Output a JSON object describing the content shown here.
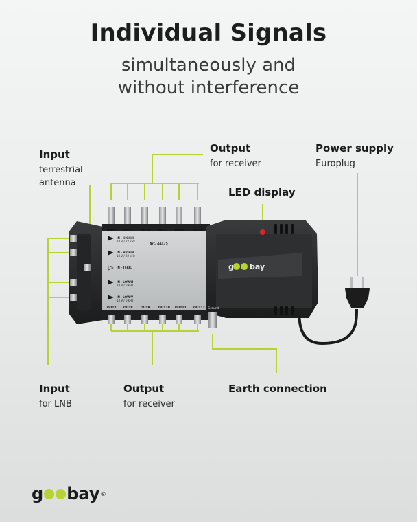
{
  "header": {
    "title": "Individual Signals",
    "subtitle_line1": "simultaneously and",
    "subtitle_line2": "without interference"
  },
  "labels": {
    "input_terrestrial": {
      "heading": "Input",
      "line1": "terrestrial",
      "line2": "antenna"
    },
    "output_top": {
      "heading": "Output",
      "line1": "for receiver"
    },
    "power_supply": {
      "heading": "Power supply",
      "line1": "Europlug"
    },
    "led_display": {
      "heading": "LED display"
    },
    "input_lnb": {
      "heading": "Input",
      "line1": "for LNB"
    },
    "output_bottom": {
      "heading": "Output",
      "line1": "for receiver"
    },
    "earth_connection": {
      "heading": "Earth connection"
    }
  },
  "device": {
    "top_ports": [
      "OUT1",
      "OUT2",
      "OUT3",
      "OUT4",
      "OUT5",
      "OUT6"
    ],
    "bottom_ports": [
      "OUT7",
      "OUT8",
      "OUT9",
      "OUT10",
      "OUT11",
      "OUT12"
    ],
    "ground_label": "Ground",
    "inputs": [
      {
        "name": "IN - HIGH/H",
        "spec": "18 V / 22 kHz"
      },
      {
        "name": "IN - HIGH/V",
        "spec": "13 V / 22 kHz"
      },
      {
        "name": "IN - TERR.",
        "spec": ""
      },
      {
        "name": "IN - LOW/H",
        "spec": "18 V / 0 kHz"
      },
      {
        "name": "IN - LOW/V",
        "spec": "13 V / 0 kHz"
      }
    ],
    "article": "Art. 44475",
    "brand": "goobay"
  },
  "brand": {
    "name_left": "g",
    "name_right": "bay",
    "mark": "®"
  },
  "colors": {
    "accent": "#b5d334",
    "housing": "#2b2c2d",
    "panel": "#c9cbcc",
    "led": "#d9252a"
  }
}
